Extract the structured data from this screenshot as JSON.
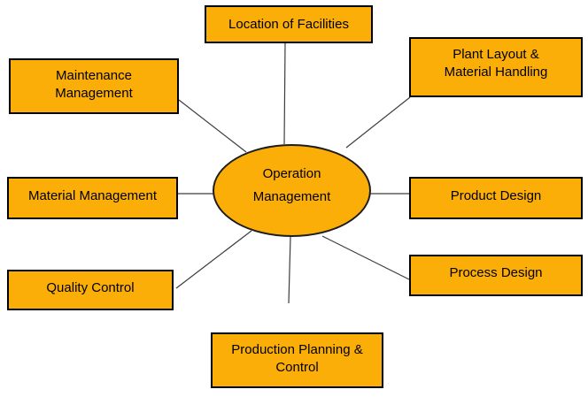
{
  "diagram": {
    "title": "Operation Management functions diagram",
    "center": {
      "id": "operation-management",
      "label": [
        "Operation",
        "Management"
      ]
    },
    "nodes": [
      {
        "id": "location-of-facilities",
        "label": "Location of Facilities"
      },
      {
        "id": "plant-layout-material-handling",
        "label": [
          "Plant Layout &",
          "Material Handling"
        ]
      },
      {
        "id": "maintenance-management",
        "label": [
          "Maintenance",
          "Management"
        ]
      },
      {
        "id": "material-management",
        "label": "Material Management"
      },
      {
        "id": "product-design",
        "label": "Product Design"
      },
      {
        "id": "quality-control",
        "label": "Quality Control"
      },
      {
        "id": "process-design",
        "label": "Process Design"
      },
      {
        "id": "production-planning-control",
        "label": [
          "Production Planning &",
          "Control"
        ]
      }
    ],
    "colors": {
      "node_fill": "#fbae08",
      "node_border": "#000000",
      "connector": "#3d3d3d",
      "background": "#ffffff",
      "text": "#000000"
    }
  }
}
